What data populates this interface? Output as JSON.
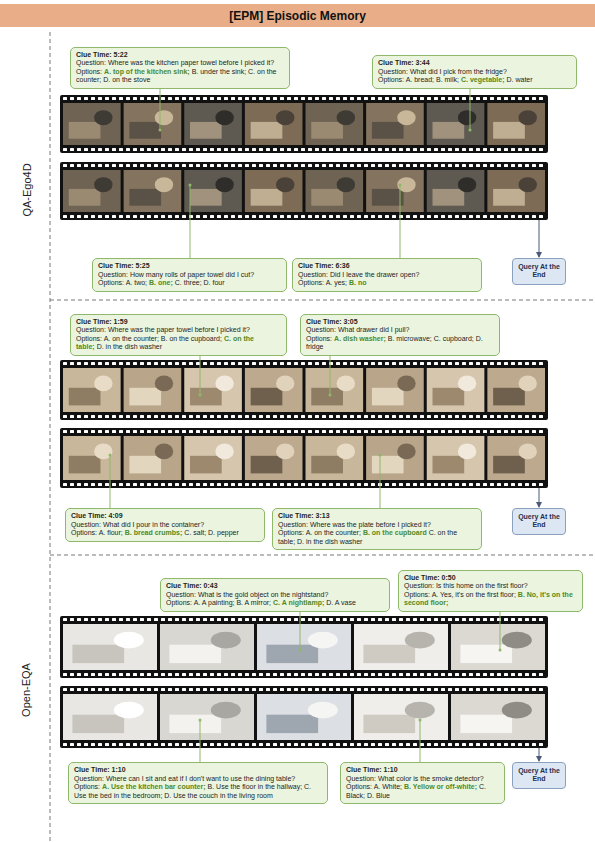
{
  "diagram": {
    "title": "[EPM] Episodic Memory",
    "nodes": [
      {
        "text": [
          "Clue Time: 5:22",
          "Question: Where was the kitchen paper towel before I picked it?",
          "Options:",
          "A. top of the kitchen sink;",
          "B. under the sink; C. on the counter; D. on the stove"
        ]
      },
      {
        "text": [
          "Clue Time: 3:44",
          "Question: What did I pick from the fridge?",
          "Options: A. bread; B. milk;",
          "C. vegetable;",
          "D. water"
        ]
      },
      {
        "text": [
          "Clue Time: 5:25",
          "Question: How many rolls of paper towel did I cut?",
          "Options: A. two;",
          "B. one;",
          "C. three; D. four"
        ]
      },
      {
        "text": [
          "Clue Time: 6:36",
          "Question: Did I leave the drawer open?",
          "Options: A. yes;",
          "B. no"
        ]
      },
      {
        "text": [
          "Query At the End"
        ]
      },
      {
        "text": [
          "Clue Time: 1:59",
          "Question: Where was the paper towel before I picked it?",
          "Options: A. on the counter; B. on the cupboard;",
          "C. on the table;",
          "D. in the dish washer"
        ]
      },
      {
        "text": [
          "Clue Time: 3:05",
          "Question: What drawer did I pull?",
          "Options:",
          "A. dish washer;",
          "B. microwave; C. cupboard; D. fridge"
        ]
      },
      {
        "text": [
          "Clue Time: 4:09",
          "Question: What did I pour in the container?",
          "Options: A. flour;",
          "B. bread crumbs;",
          "C. salt; D. pepper"
        ]
      },
      {
        "text": [
          "Clue Time: 3:13",
          "Question: Where was the plate before I picked it?",
          "Options: A. on the counter;",
          "B. on the cupboard",
          "C. on the table; D. in the dish washer"
        ]
      },
      {
        "text": [
          "Query At the End"
        ]
      },
      {
        "text": [
          "Clue Time: 0:43",
          "Question: What is the gold object on the nightstand?",
          "Options: A. A painting; B. A mirror;",
          "C. A nightlamp;",
          "D. A vase"
        ]
      },
      {
        "text": [
          "Clue Time: 0:50",
          "Question: Is this home on the first floor?",
          "Options: A. Yes, it's on the first floor;",
          "B. No, it's on the second floor;"
        ]
      },
      {
        "text": [
          "Clue Time: 1:10",
          "Question: Where can I sit and eat if I don't want to use the dining table?",
          "Options:",
          "A. Use the kitchen bar counter;",
          "B. Use the floor in the hallway; C. Use the bed in the bedroom; D. Use the couch in the living room"
        ]
      },
      {
        "text": [
          "Clue Time: 1:10",
          "Question: What color is the smoke detector?",
          "Options: A. White;",
          "B. Yellow or off-white;",
          "C. Black; D. Blue"
        ]
      },
      {
        "text": [
          "Query At the End"
        ]
      }
    ],
    "labels": [
      "QA-Ego4D",
      "Open-EQA"
    ]
  }
}
